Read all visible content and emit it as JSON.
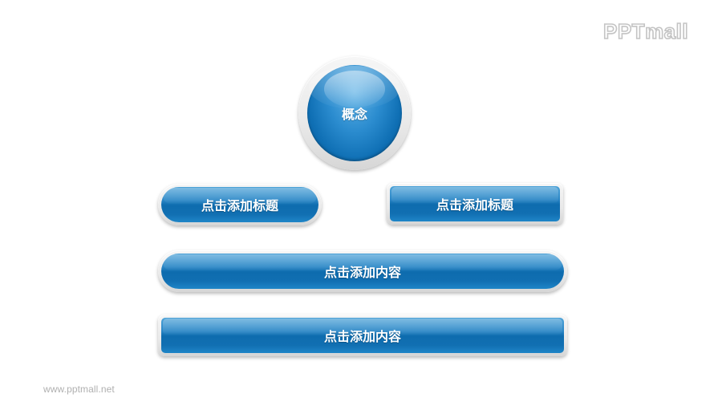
{
  "logo": {
    "text": "PPTmall"
  },
  "footer": {
    "url": "www.pptmall.net"
  },
  "concept": {
    "label": "概念"
  },
  "titles": [
    {
      "label": "点击添加标题"
    },
    {
      "label": "点击添加标题"
    }
  ],
  "contents": [
    {
      "label": "点击添加内容"
    },
    {
      "label": "点击添加内容"
    }
  ],
  "colors": {
    "accent": "#1478be",
    "bezel": "#e9e9e9",
    "logo": "#c4c4c4",
    "footer": "#b0b0b0"
  }
}
